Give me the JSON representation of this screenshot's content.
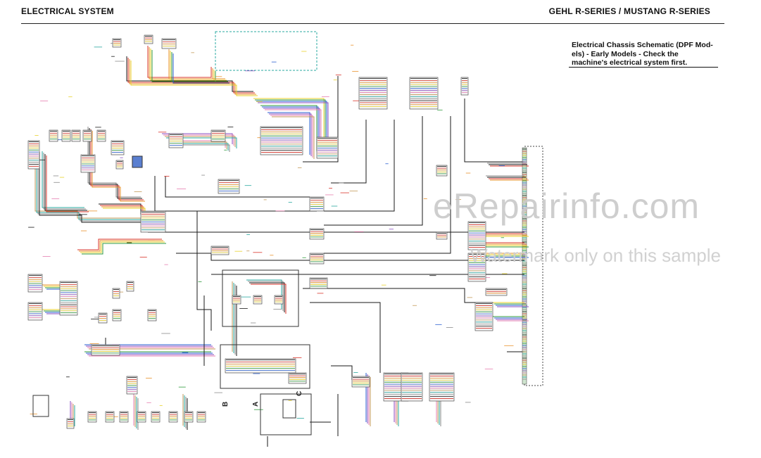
{
  "header": {
    "section_title": "ELECTRICAL SYSTEM",
    "series_title": "GEHL R-SERIES / MUSTANG R-SERIES"
  },
  "caption": "Electrical Chassis Schematic (DPF Mod-els) - Early Models - Check the machine's electrical system first.",
  "connector_labels": [
    "B",
    "A",
    "C"
  ],
  "watermark": {
    "main": "eRepairinfo.com",
    "note": "Watermark only on this sample"
  },
  "wire_colors": {
    "black": "#1a1a1a",
    "red": "#d9342b",
    "orange": "#e8912a",
    "yellow": "#e8d22a",
    "green": "#2f9a3c",
    "blue": "#2a5fd0",
    "violet": "#8a4fc0",
    "pink": "#e67fb0",
    "tan": "#c49a5a",
    "teal": "#2aa8a0",
    "gray": "#8a8a8a"
  }
}
